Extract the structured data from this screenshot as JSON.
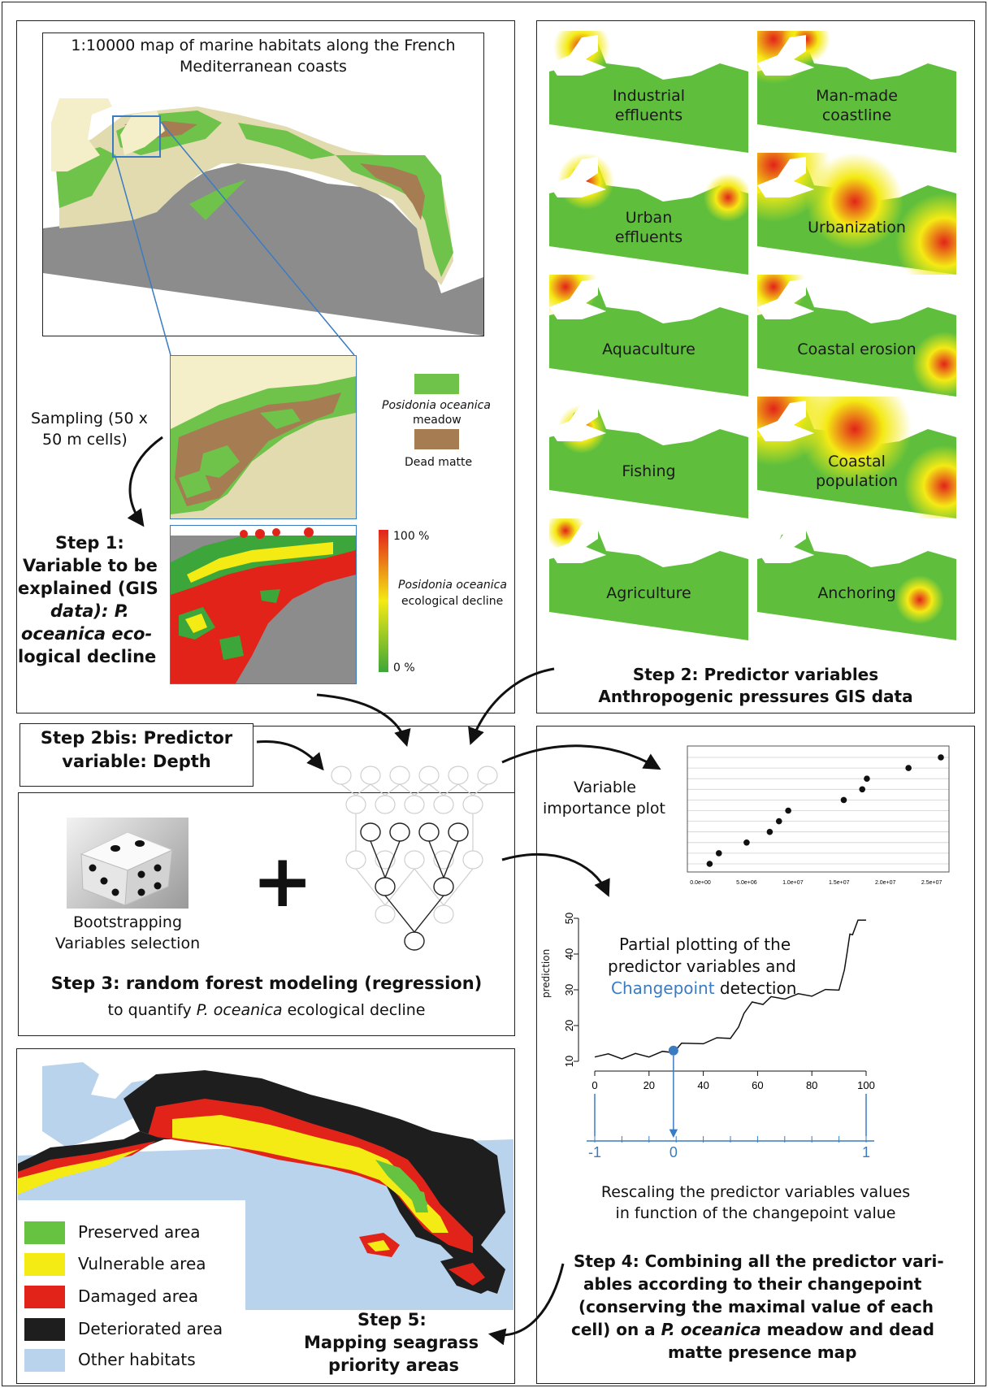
{
  "outer_border": true,
  "panel1": {
    "map_title_line1": "1:10000 map of marine habitats  along the French",
    "map_title_line2": "Mediterranean coasts",
    "sampling_line1": "Sampling (50 x",
    "sampling_line2": "50 m cells)",
    "legend_meadow_line1": "Posidonia oceanica",
    "legend_meadow_line2": "meadow",
    "legend_dead": "Dead matte",
    "scale_top": "100 %",
    "scale_bottom": "0 %",
    "scale_label_line1": "Posidonia oceanica",
    "scale_label_line2": "ecological decline",
    "step1_line1": "Step 1:",
    "step1_line2": "Variable to be",
    "step1_line3": "explained (GIS",
    "step1_line4": "data): P.",
    "step1_line5": "oceanica eco-",
    "step1_line6": "logical decline"
  },
  "panel2": {
    "thumbnails": [
      {
        "line1": "Industrial",
        "line2": "effluents"
      },
      {
        "line1": "Man-made",
        "line2": "coastline"
      },
      {
        "line1": "Urban",
        "line2": "effluents"
      },
      {
        "line1": "Urbanization",
        "line2": ""
      },
      {
        "line1": "Aquaculture",
        "line2": ""
      },
      {
        "line1": "Coastal erosion",
        "line2": ""
      },
      {
        "line1": "Fishing",
        "line2": ""
      },
      {
        "line1": "Coastal",
        "line2": "population"
      },
      {
        "line1": "Agriculture",
        "line2": ""
      },
      {
        "line1": "Anchoring",
        "line2": ""
      }
    ],
    "step2_line1": "Step 2: Predictor variables",
    "step2_line2": "Anthropogenic pressures GIS data"
  },
  "step2bis": {
    "line1": "Step 2bis: Predictor",
    "line2": "variable: Depth"
  },
  "panel3": {
    "dice_label_line1": "Bootstrapping",
    "dice_label_line2": "Variables selection",
    "plus": "+",
    "step3_line1": "Step 3: random forest modeling (regression)",
    "step3_line2_pre": "to quantify ",
    "step3_line2_it": "P. oceanica",
    "step3_line2_post": " ecological decline"
  },
  "importance": {
    "label_line1": "Variable",
    "label_line2": "importance plot",
    "tick_labels": [
      "0.0e+00",
      "5.0e+06",
      "1.0e+07",
      "1.5e+07",
      "2.0e+07",
      "2.5e+07"
    ]
  },
  "chart_data": [
    {
      "type": "scatter",
      "title": "",
      "xlabel": "",
      "ylabel": "",
      "x_ticks": [
        "0.0e+00",
        "5.0e+06",
        "1.0e+07",
        "1.5e+07",
        "2.0e+07",
        "2.5e+07"
      ],
      "xlim": [
        0,
        26000000
      ],
      "points": [
        {
          "x": 1000000,
          "y": 1
        },
        {
          "x": 2000000,
          "y": 2
        },
        {
          "x": 5000000,
          "y": 3
        },
        {
          "x": 7500000,
          "y": 4
        },
        {
          "x": 8500000,
          "y": 5
        },
        {
          "x": 9500000,
          "y": 6
        },
        {
          "x": 15500000,
          "y": 7
        },
        {
          "x": 17500000,
          "y": 8
        },
        {
          "x": 18000000,
          "y": 9
        },
        {
          "x": 22500000,
          "y": 10
        },
        {
          "x": 26000000,
          "y": 11
        }
      ],
      "grid": true
    },
    {
      "type": "line",
      "title": "",
      "ylabel": "prediction",
      "xlim": [
        0,
        100
      ],
      "ylim": [
        10,
        50
      ],
      "x_ticks": [
        0,
        20,
        40,
        60,
        80,
        100
      ],
      "y_ticks": [
        10,
        20,
        30,
        40,
        50
      ],
      "x": [
        0,
        5,
        10,
        15,
        20,
        25,
        29,
        32,
        40,
        45,
        50,
        53,
        55,
        58,
        62,
        65,
        70,
        75,
        80,
        85,
        90,
        92,
        93,
        94,
        95,
        97,
        100
      ],
      "y": [
        11.2,
        11.5,
        11.3,
        11.6,
        11.8,
        12.2,
        13,
        14.5,
        15.5,
        16,
        17,
        19,
        24,
        26,
        26.5,
        27.5,
        28,
        28.3,
        28.8,
        29.5,
        30.5,
        35,
        41,
        45,
        46,
        49.5,
        49.5
      ],
      "changepoint": {
        "x": 29,
        "y": 13
      },
      "rescale_axis": [
        "-1",
        "0",
        "1"
      ],
      "annotation_line1": "Partial plotting of the",
      "annotation_line2": "predictor variables  and",
      "annotation_line3_colored": "Changepoint",
      "annotation_line3_rest": " detection",
      "annotation_color": "#3a7cc2"
    }
  ],
  "rescale": {
    "line1": "Rescaling the predictor variables values",
    "line2": "in function of the changepoint value"
  },
  "step4": {
    "line1": "Step 4: Combining all the predictor vari-",
    "line2": "ables according to their changepoint",
    "line3": "(conserving the maximal value of each",
    "line4_pre": "cell) on a ",
    "line4_it": "P. oceanica",
    "line4_post": " meadow and dead",
    "line5": "matte presence map"
  },
  "panel5": {
    "legend": [
      {
        "label": "Preserved area",
        "color": "#66c342"
      },
      {
        "label": "Vulnerable area",
        "color": "#f4ea14"
      },
      {
        "label": "Damaged area",
        "color": "#e2231a"
      },
      {
        "label": "Deteriorated area",
        "color": "#1e1e1e"
      },
      {
        "label": "Other habitats",
        "color": "#b9d3ec"
      }
    ],
    "step5_line1": "Step 5:",
    "step5_line2": "Mapping seagrass",
    "step5_line3": "priority areas"
  },
  "colors": {
    "meadow": "#6fc24a",
    "dead_matte": "#a67c52",
    "sand": "#e3dbb0",
    "land": "#f4efc9",
    "deep": "#8c8c8c",
    "blue_accent": "#3a7cc2"
  }
}
